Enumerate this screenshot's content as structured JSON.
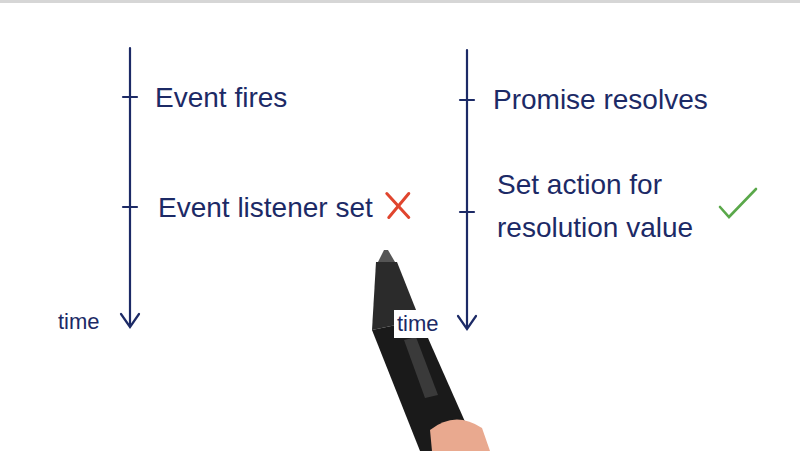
{
  "diagram": {
    "labels": [
      "Event fires",
      "Event listener set",
      "time",
      "Promise resolves",
      "Set action for resolution value",
      "time"
    ]
  }
}
